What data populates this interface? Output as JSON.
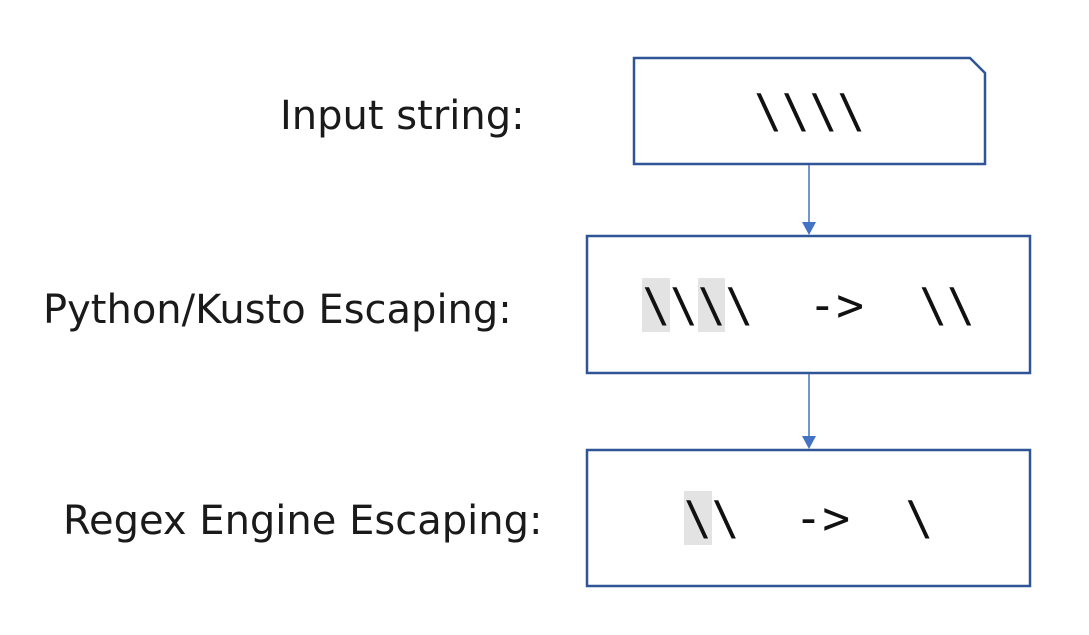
{
  "steps": [
    {
      "label": "Input string:",
      "code": [
        "\\\\\\\\"
      ],
      "highlight_indices": []
    },
    {
      "label": "Python/Kusto Escaping:",
      "code": [
        "\\",
        "\\",
        "\\",
        "\\",
        "  ->  \\\\"
      ],
      "highlight_indices": [
        0,
        2
      ]
    },
    {
      "label": "Regex Engine Escaping:",
      "code": [
        "\\",
        "\\",
        "  ->  \\"
      ],
      "highlight_indices": [
        0
      ]
    }
  ],
  "colors": {
    "box_border": "#2f5597",
    "arrow": "#4472c4",
    "highlight": "#e3e3e3",
    "text": "#1a1a1a"
  }
}
